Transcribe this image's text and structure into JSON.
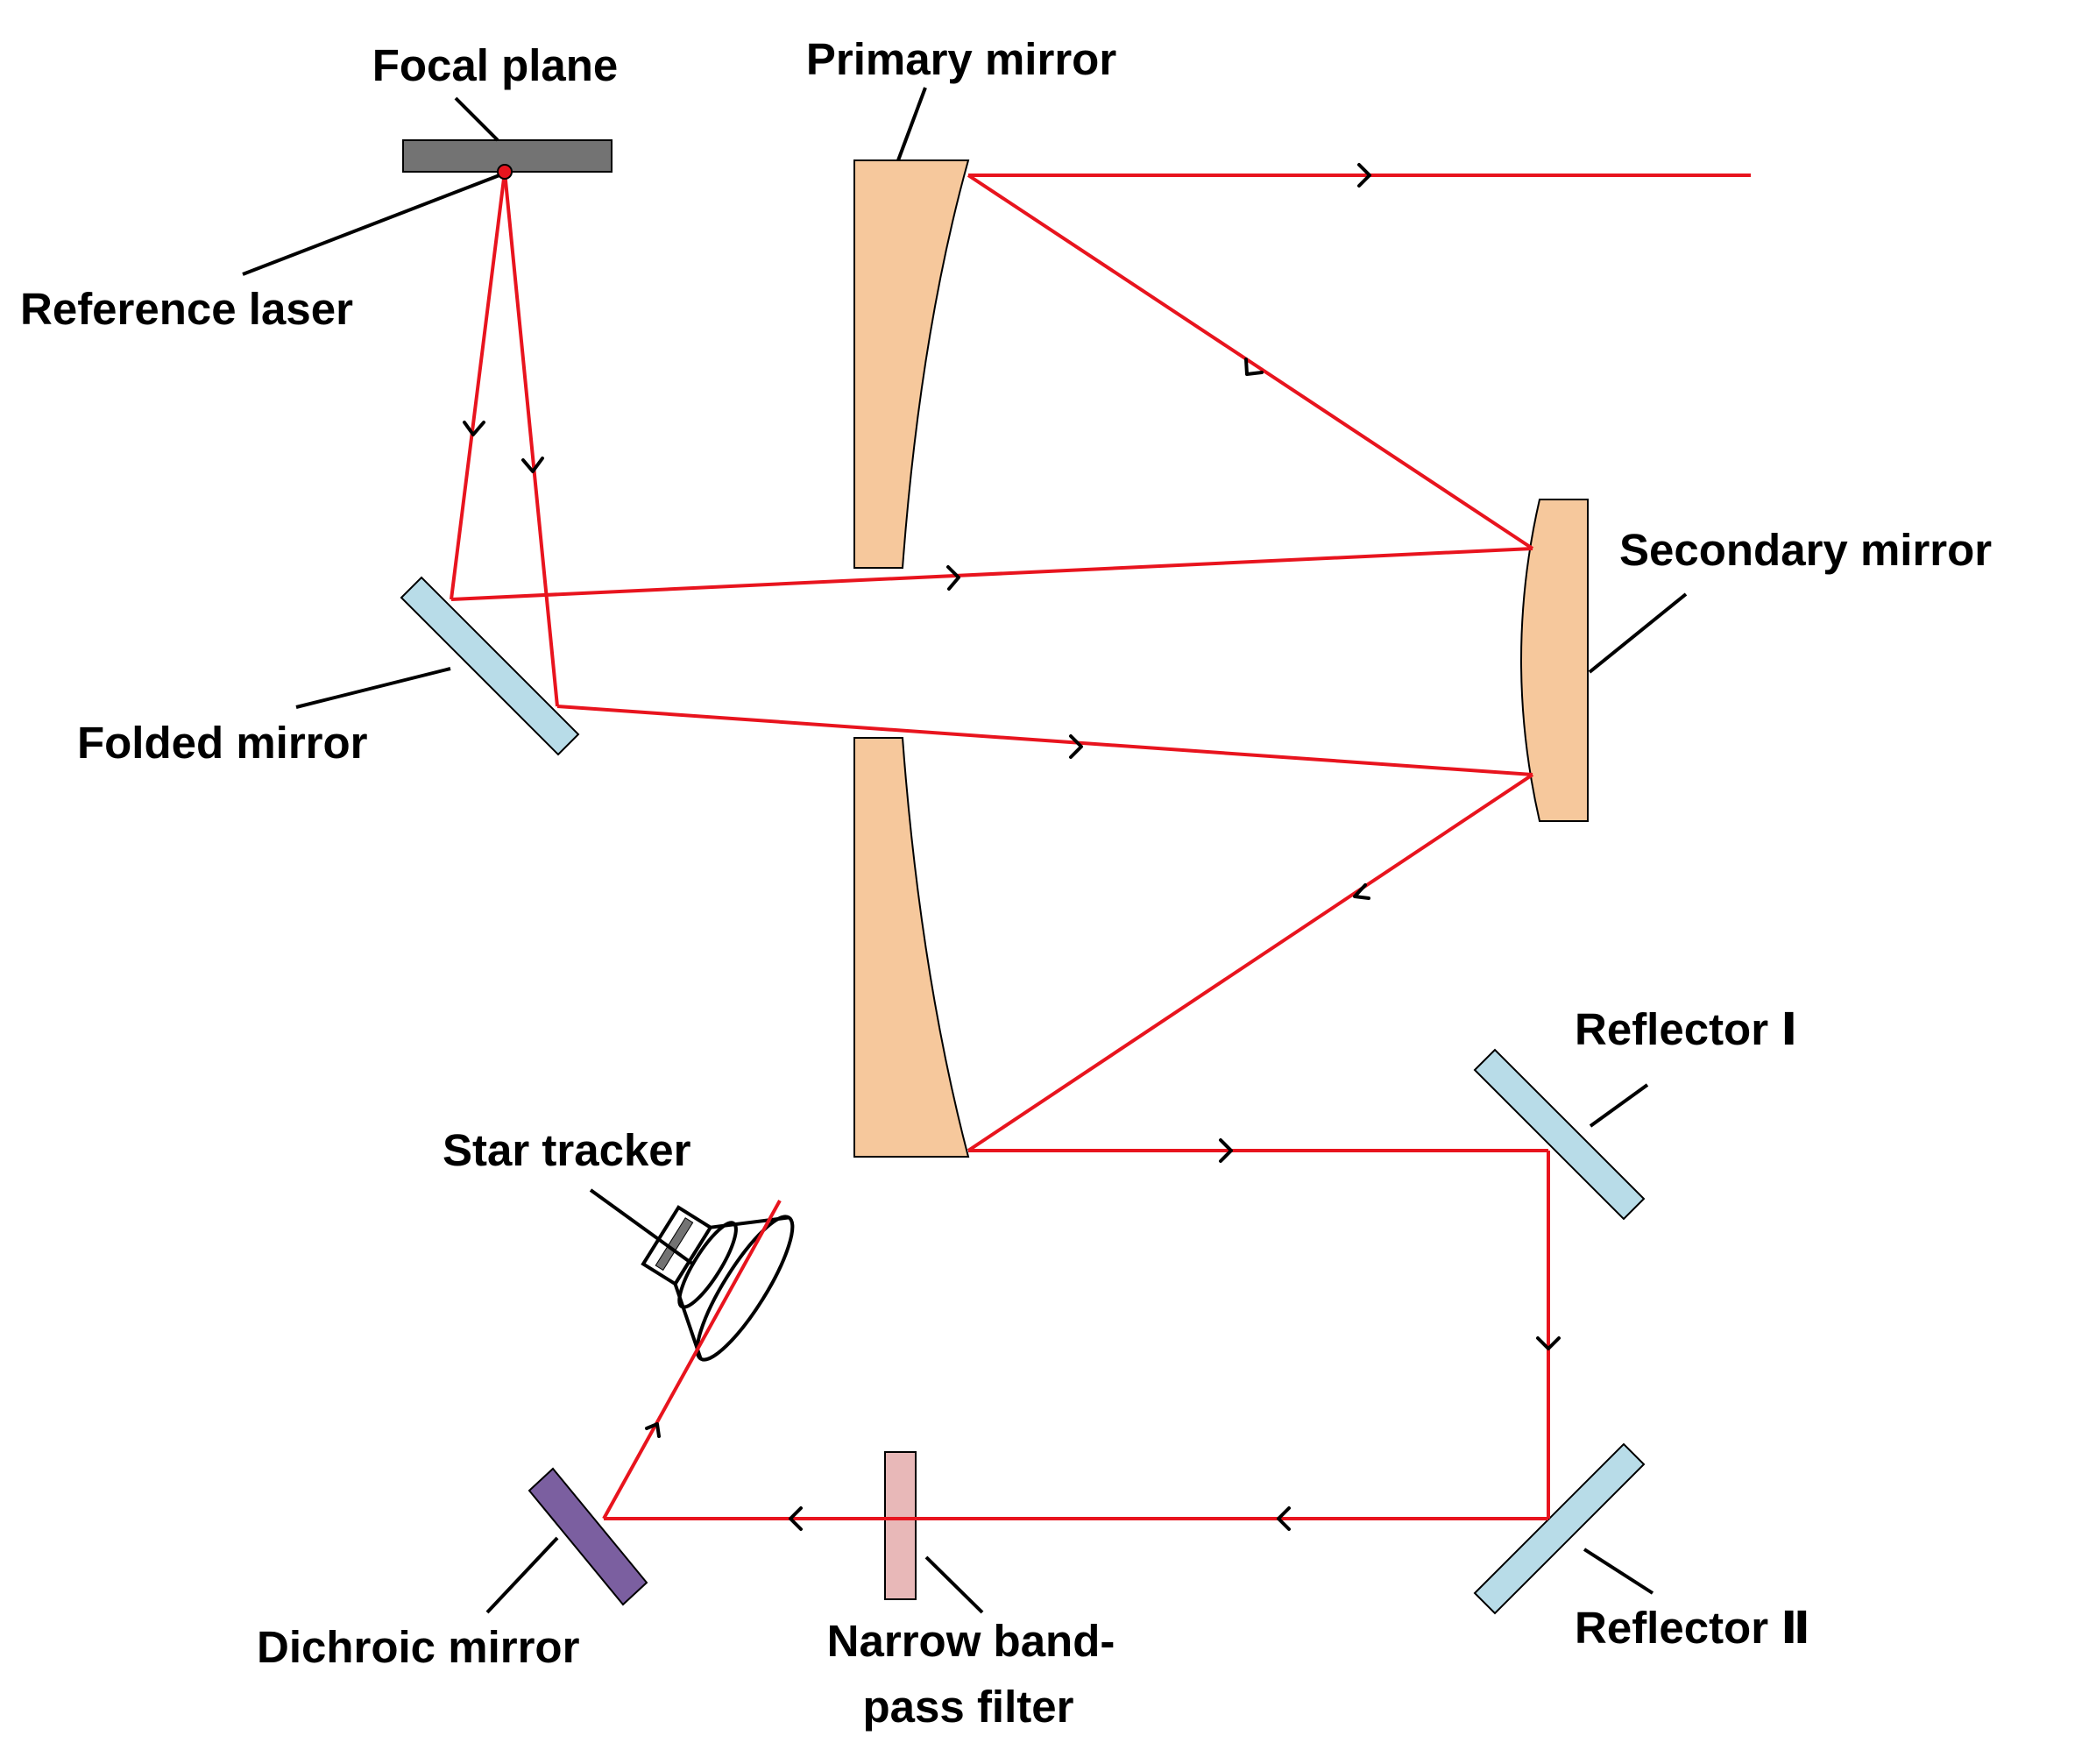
{
  "labels": {
    "focal_plane": "Focal plane",
    "primary_mirror": "Primary mirror",
    "reference_laser": "Reference laser",
    "secondary_mirror": "Secondary mirror",
    "folded_mirror": "Folded mirror",
    "reflector_1": "Reflector Ⅰ",
    "star_tracker": "Star tracker",
    "dichroic_mirror": "Dichroic mirror",
    "filter_line1": "Narrow band-",
    "filter_line2": "pass filter",
    "reflector_2": "Reflector Ⅱ"
  },
  "colors": {
    "laser_ray": "#e8141e",
    "mirror_fill": "#f6c89c",
    "flat_mirror_fill": "#b8dce8",
    "focal_plane_fill": "#737373",
    "dichroic_fill": "#7b5fa0",
    "filter_fill": "#e8b8b8",
    "laser_point": "#e8141e"
  }
}
